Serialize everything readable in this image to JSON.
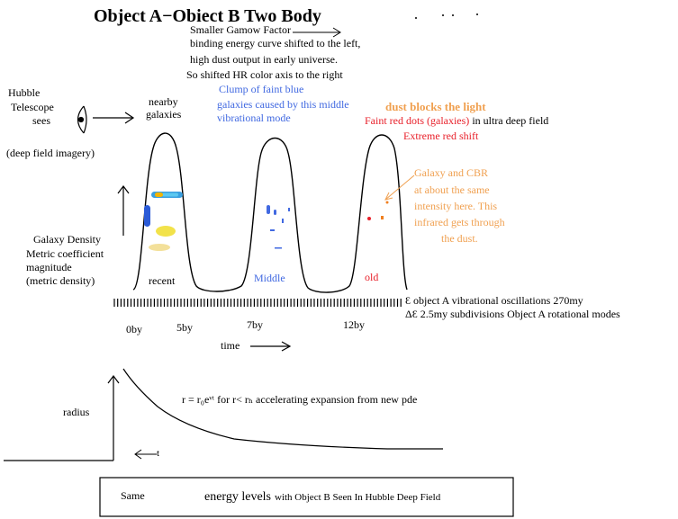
{
  "title": "Object A−Obiect B Two Body",
  "notes": {
    "gamow_1": "Smaller Gamow Factor",
    "gamow_2": "binding energy curve shifted to the left,",
    "gamow_3": "high dust output in early universe.",
    "gamow_4": "So shifted HR color axis to the right"
  },
  "hubble": {
    "line1": "Hubble",
    "line2": "Telescope",
    "line3": "sees",
    "deep": "(deep field imagery)"
  },
  "nearby": {
    "line1": "nearby",
    "line2": "galaxies"
  },
  "clump": {
    "line1": "Clump of faint blue",
    "line2": "galaxies caused by this middle",
    "line3": "vibrational mode"
  },
  "dust": {
    "blocks": "dust blocks the light",
    "faint": "Faint red dots (galaxies)",
    "ultra": "in ultra deep field",
    "extreme": "Extreme red shift"
  },
  "cbr": {
    "line1": "Galaxy and CBR",
    "line2": "at about the same",
    "line3": "intensity here. This",
    "line4": "infrared gets through",
    "line5": "the dust."
  },
  "yaxis": {
    "line1": "Galaxy Density",
    "line2": "Metric coefficient",
    "line3": "magnitude",
    "line4": "(metric density)"
  },
  "peaks": {
    "recent": "recent",
    "middle": "Middle",
    "old": "old"
  },
  "oscillation": {
    "line1": "Ɛ object A vibrational oscillations  270my",
    "line2": "ΔƐ  2.5my subdivisions  Object A rotational modes"
  },
  "ticks": {
    "t0": "0by",
    "t5": "5by",
    "t7": "7by",
    "t12": "12by"
  },
  "time_label": "time",
  "radius_label": "radius",
  "equation": "r = r₀eᵛᵗ  for r< rₕ accelerating expansion from new pde",
  "t_label": "t",
  "footer": {
    "same": "Same",
    "energy": "energy levels",
    "rest": "with Object B Seen In Hubble Deep Field"
  },
  "colors": {
    "blue": "#4169e1",
    "red": "#e8202a",
    "orange": "#f0a050",
    "black": "#000000"
  }
}
